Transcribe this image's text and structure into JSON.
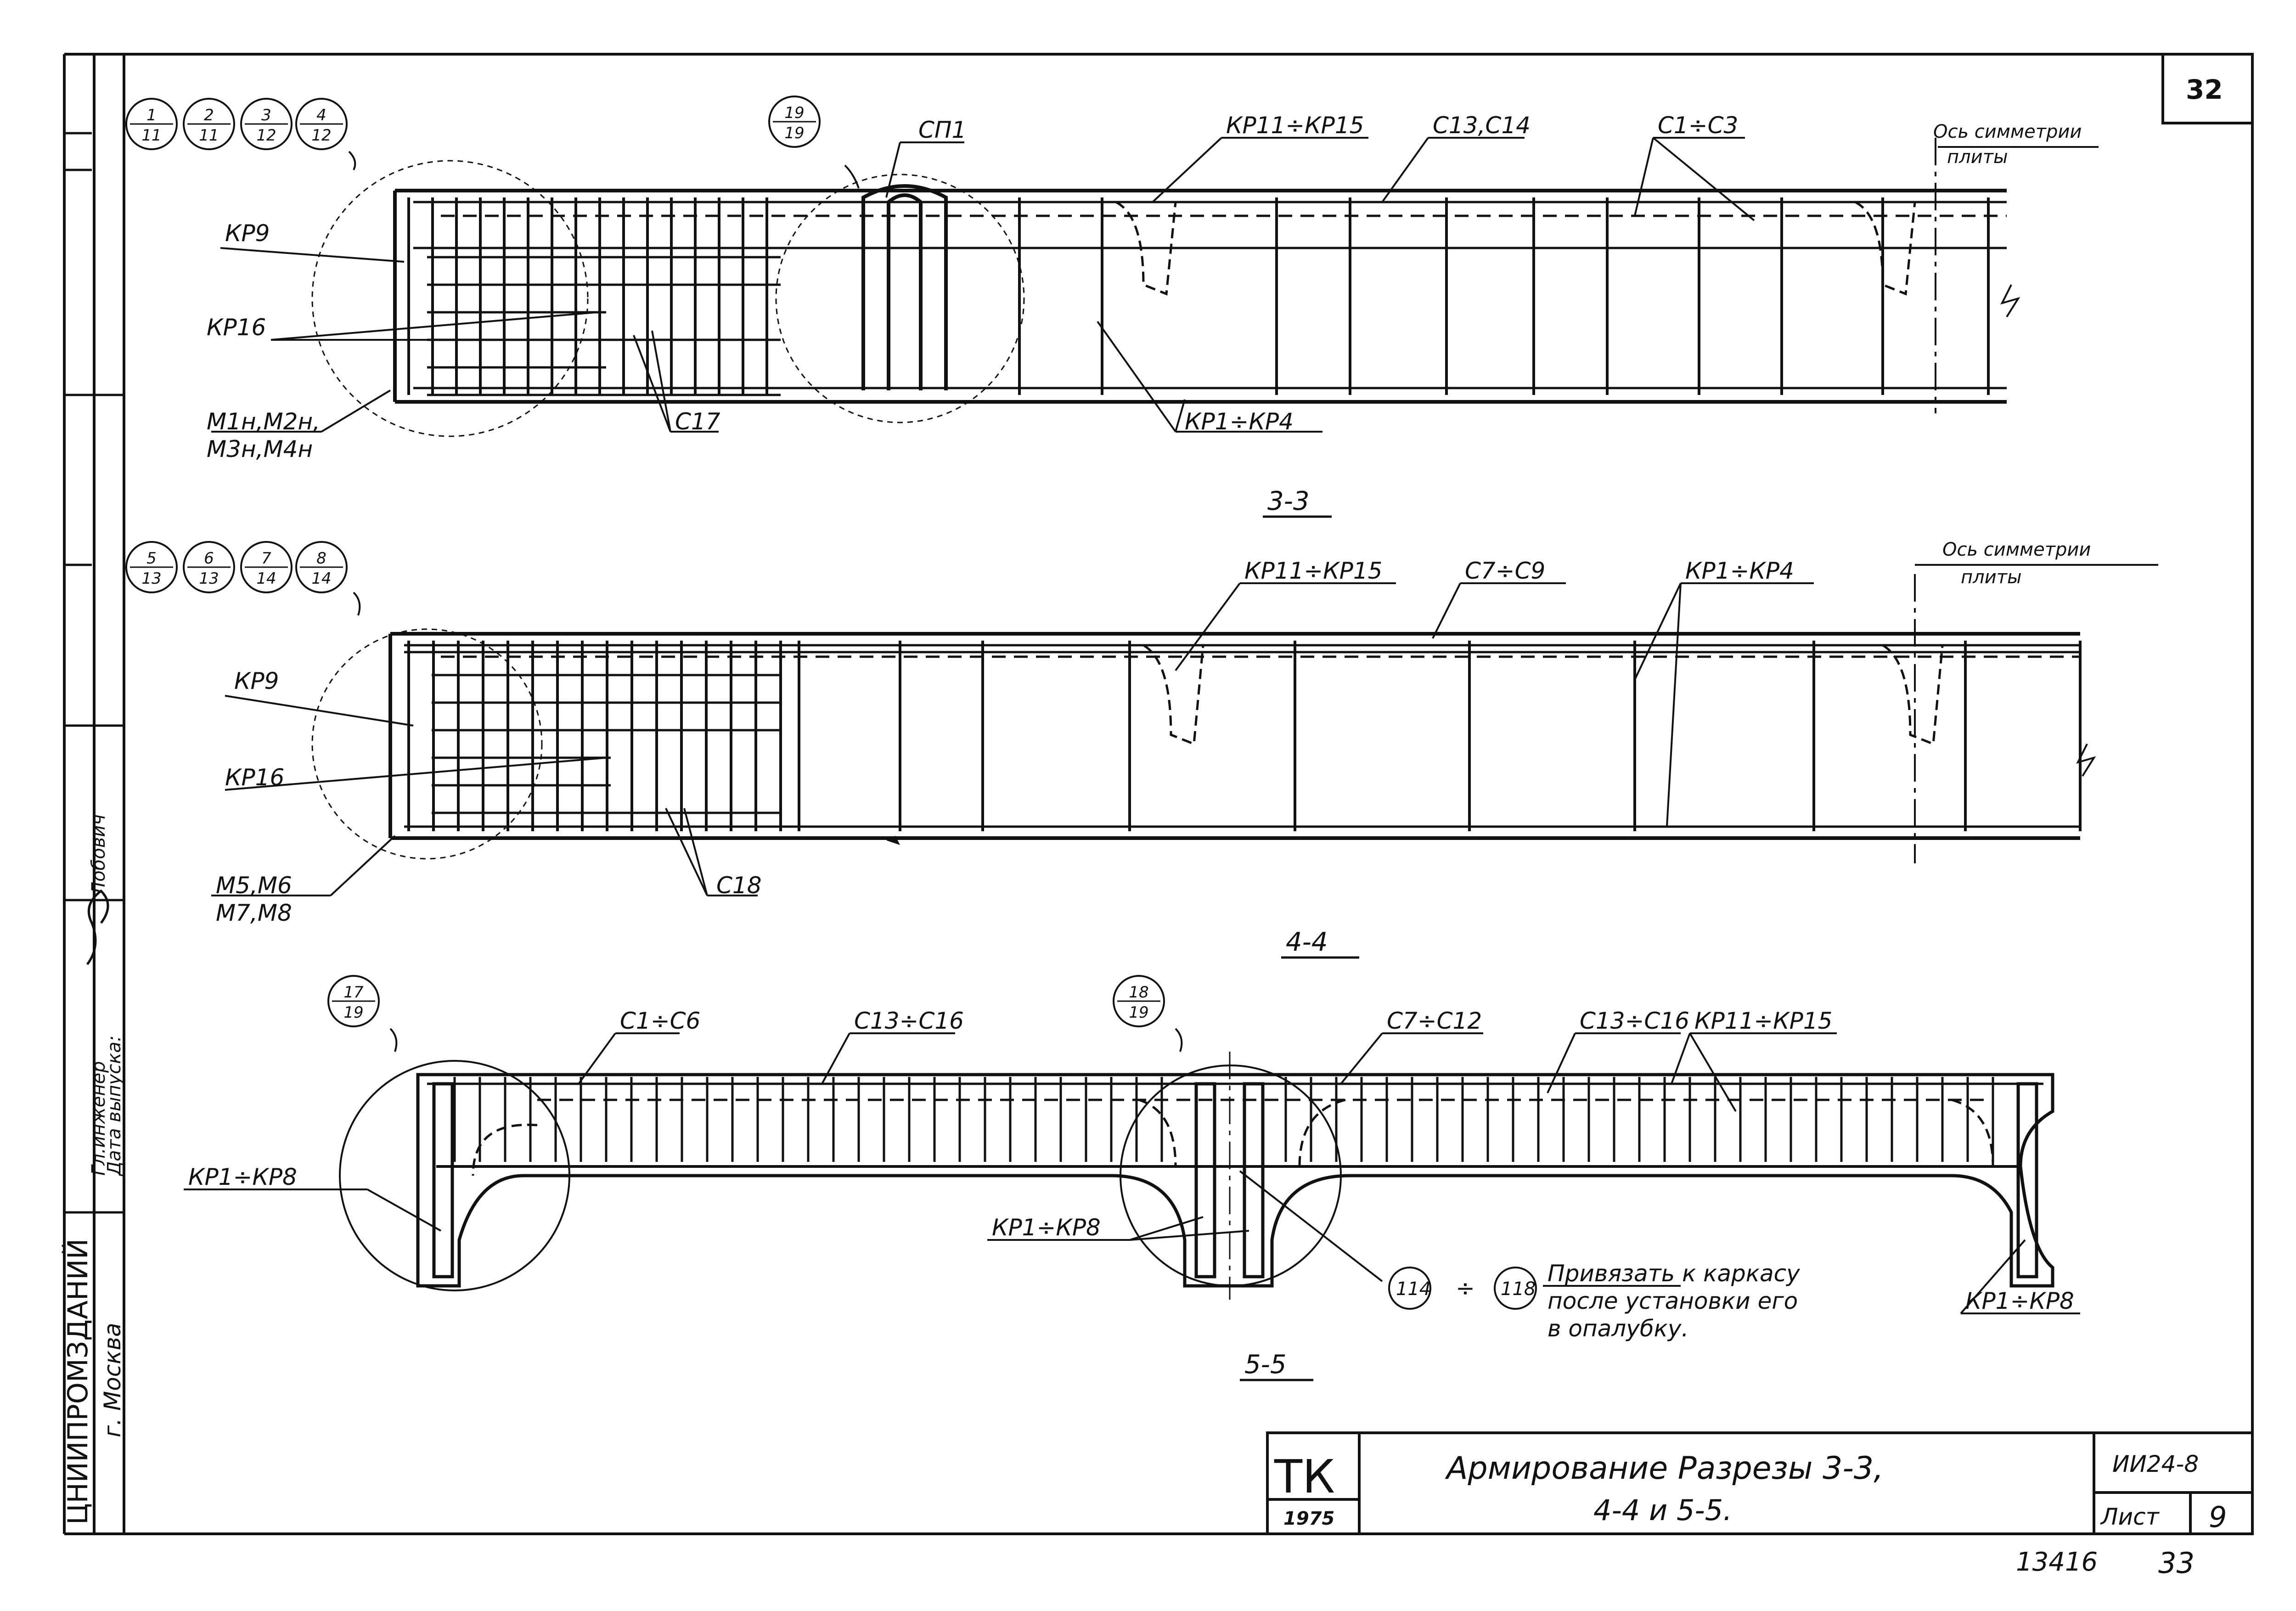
{
  "sheet": {
    "top_number": "32",
    "bottom_left_number": "13416",
    "bottom_right_number": "33"
  },
  "side_strip": {
    "org_line": "ЦНИИПРОМЗДАНИЙ",
    "city": "г. Москва",
    "role": "Гл.инженер",
    "release_label": "Дата выпуска:",
    "name": "Лобович"
  },
  "title_block": {
    "logo": "ТК",
    "year": "1975",
    "title_line1": "Армирование  Разрезы 3-3,",
    "title_line2": "4-4 и 5-5.",
    "code": "ИИ24-8",
    "sheet_label": "Лист",
    "sheet_no": "9"
  },
  "section_33": {
    "caption": "3-3",
    "bubbles": [
      {
        "top": "1",
        "bottom": "11"
      },
      {
        "top": "2",
        "bottom": "11"
      },
      {
        "top": "3",
        "bottom": "12"
      },
      {
        "top": "4",
        "bottom": "12"
      },
      {
        "top": "19",
        "bottom": "19"
      }
    ],
    "labels": {
      "kp9": "КР9",
      "kp16": "КР16",
      "m_line1": "М1н,М2н,",
      "m_line2": "М3н,М4н",
      "c17": "С17",
      "kp1_kp4": "КР1÷КР4",
      "cp1": "СП1",
      "kp11_kp15": "КР11÷КР15",
      "c13_c14": "С13,С14",
      "c1_c3": "С1÷С3",
      "axis_line1": "Ось симметрии",
      "axis_line2": "плиты"
    }
  },
  "section_44": {
    "caption": "4-4",
    "bubbles": [
      {
        "top": "5",
        "bottom": "13"
      },
      {
        "top": "6",
        "bottom": "13"
      },
      {
        "top": "7",
        "bottom": "14"
      },
      {
        "top": "8",
        "bottom": "14"
      }
    ],
    "labels": {
      "kp9": "КР9",
      "kp16": "КР16",
      "m_line1": "М5,М6",
      "m_line2": "М7,М8",
      "c18": "С18",
      "kp11_kp15": "КР11÷КР15",
      "c7_c9": "С7÷С9",
      "kp1_kp4": "КР1÷КР4",
      "axis_line1": "Ось симметрии",
      "axis_line2": "плиты"
    }
  },
  "section_55": {
    "caption": "5-5",
    "bubbles": [
      {
        "top": "17",
        "bottom": "19"
      },
      {
        "top": "18",
        "bottom": "19"
      }
    ],
    "labels": {
      "c1_c6": "С1÷С6",
      "c13_c16_a": "С13÷С16",
      "c7_c12": "С7÷С12",
      "c13_c16_b": "С13÷С16",
      "kp11_kp15": "КР11÷КР15",
      "kp1_kp8_left": "КР1÷КР8",
      "kp1_kp8_mid": "КР1÷КР8",
      "kp1_kp8_right": "КР1÷КР8",
      "mark_a": "114",
      "mark_sep": "÷",
      "mark_b": "118",
      "note_line1": "Привязать к каркасу",
      "note_line2": "после установки его",
      "note_line3": "в опалубку."
    }
  }
}
